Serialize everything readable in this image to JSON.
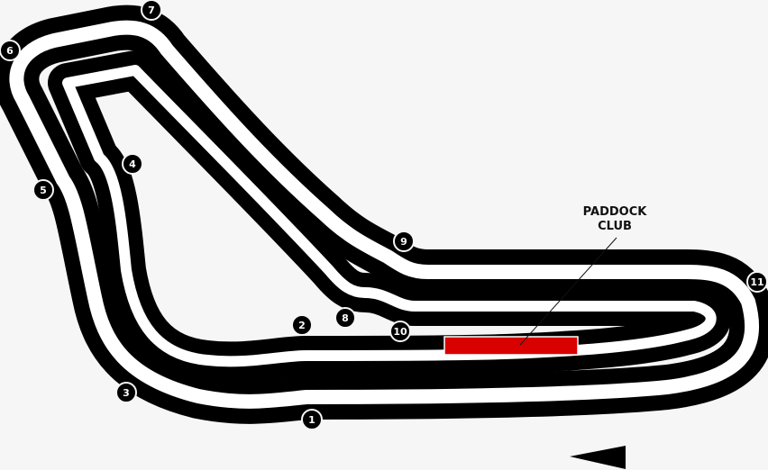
{
  "map": {
    "paddock_club_label_line1": "PADDOCK",
    "paddock_club_label_line2": "CLUB",
    "paddock_club_color": "#d90000",
    "track_color": "#000000",
    "inner_line_color": "#ffffff",
    "background_color": "#f6f6f6",
    "direction": "left",
    "turns": [
      {
        "label": "1"
      },
      {
        "label": "2"
      },
      {
        "label": "3"
      },
      {
        "label": "4"
      },
      {
        "label": "5"
      },
      {
        "label": "6"
      },
      {
        "label": "7"
      },
      {
        "label": "8"
      },
      {
        "label": "9"
      },
      {
        "label": "10"
      },
      {
        "label": "11"
      }
    ]
  }
}
